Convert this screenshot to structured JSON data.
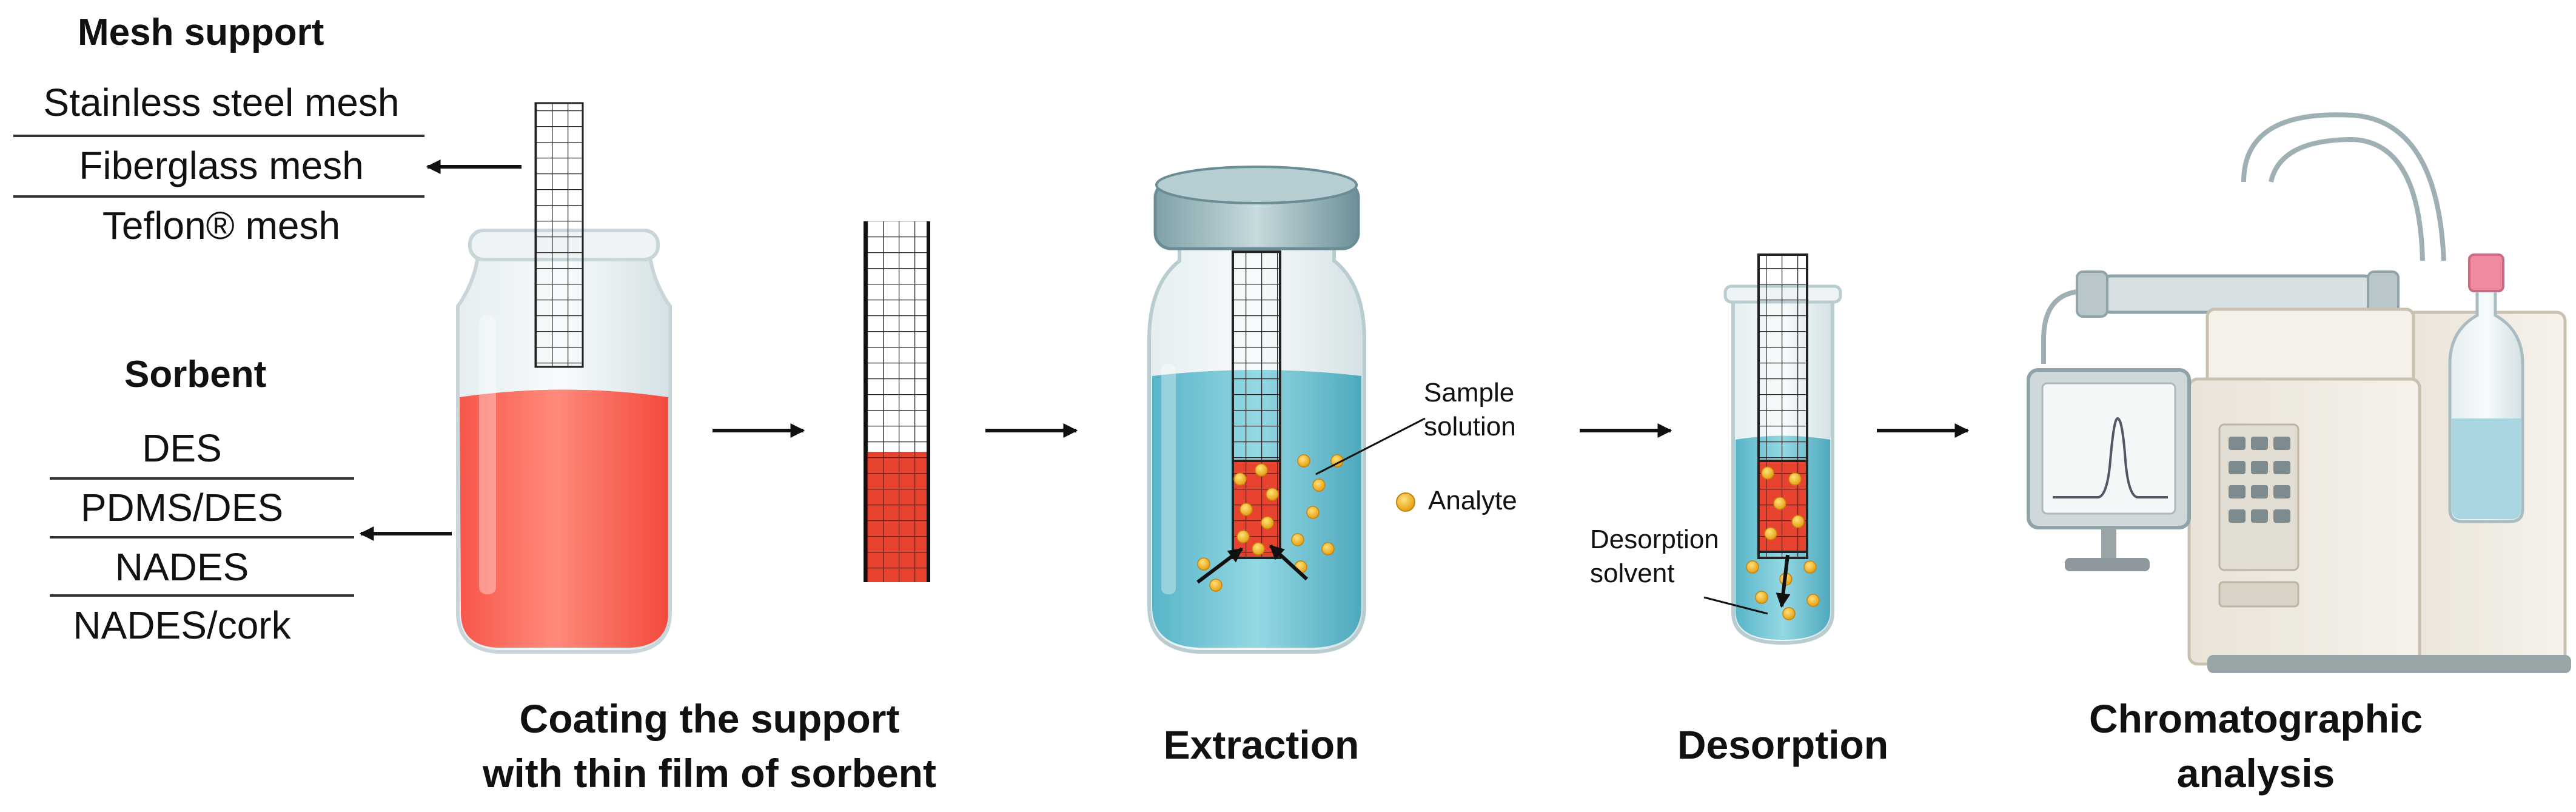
{
  "mesh_support": {
    "title": "Mesh support",
    "items": [
      "Stainless steel mesh",
      "Fiberglass mesh",
      "Teflon® mesh"
    ]
  },
  "sorbent": {
    "title": "Sorbent",
    "items": [
      "DES",
      "PDMS/DES",
      "NADES",
      "NADES/cork"
    ]
  },
  "steps": {
    "coating": [
      "Coating the support",
      "with thin film of sorbent"
    ],
    "extraction": "Extraction",
    "desorption": "Desorption",
    "analysis": [
      "Chromatographic",
      "analysis"
    ]
  },
  "labels": {
    "sample_solution": [
      "Sample",
      "solution"
    ],
    "analyte": "Analyte",
    "desorption_solvent": [
      "Desorption",
      "solvent"
    ]
  },
  "colors": {
    "sorbent": "#f2503a",
    "sorbent_light": "#ff8a78",
    "solution": "#6cc3d3",
    "analyte": "#f5b21c",
    "glass": "#dbe7ea"
  }
}
